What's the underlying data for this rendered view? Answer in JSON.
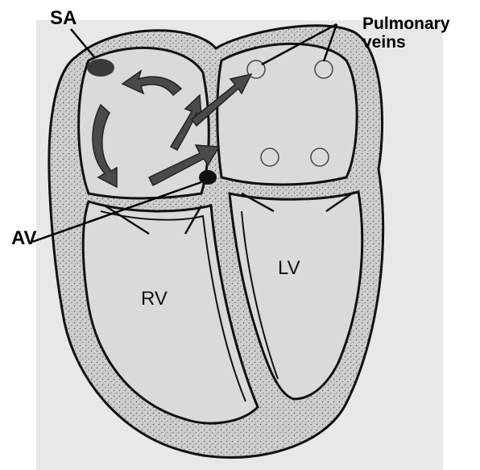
{
  "labels": {
    "sa": "SA",
    "av": "AV",
    "pulmonary_line1": "Pulmonary",
    "pulmonary_line2": "veins",
    "rv": "RV",
    "lv": "LV"
  },
  "colors": {
    "background_panel": "#e6e6e6",
    "tissue": "#c9c9c9",
    "chamber": "#dcdcdc",
    "outline": "#111111",
    "arrow": "#4a4a4a",
    "node": "#3a3a3a"
  }
}
